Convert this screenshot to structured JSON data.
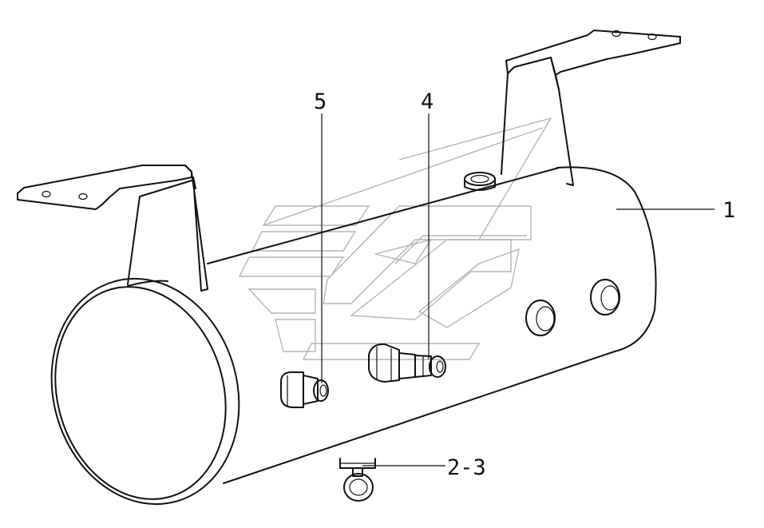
{
  "callouts": {
    "c1": "1",
    "c23": "2-3",
    "c4": "4",
    "c5": "5"
  },
  "colors": {
    "line": "#111111",
    "watermark": "#b5b5b5",
    "background": "#ffffff"
  }
}
